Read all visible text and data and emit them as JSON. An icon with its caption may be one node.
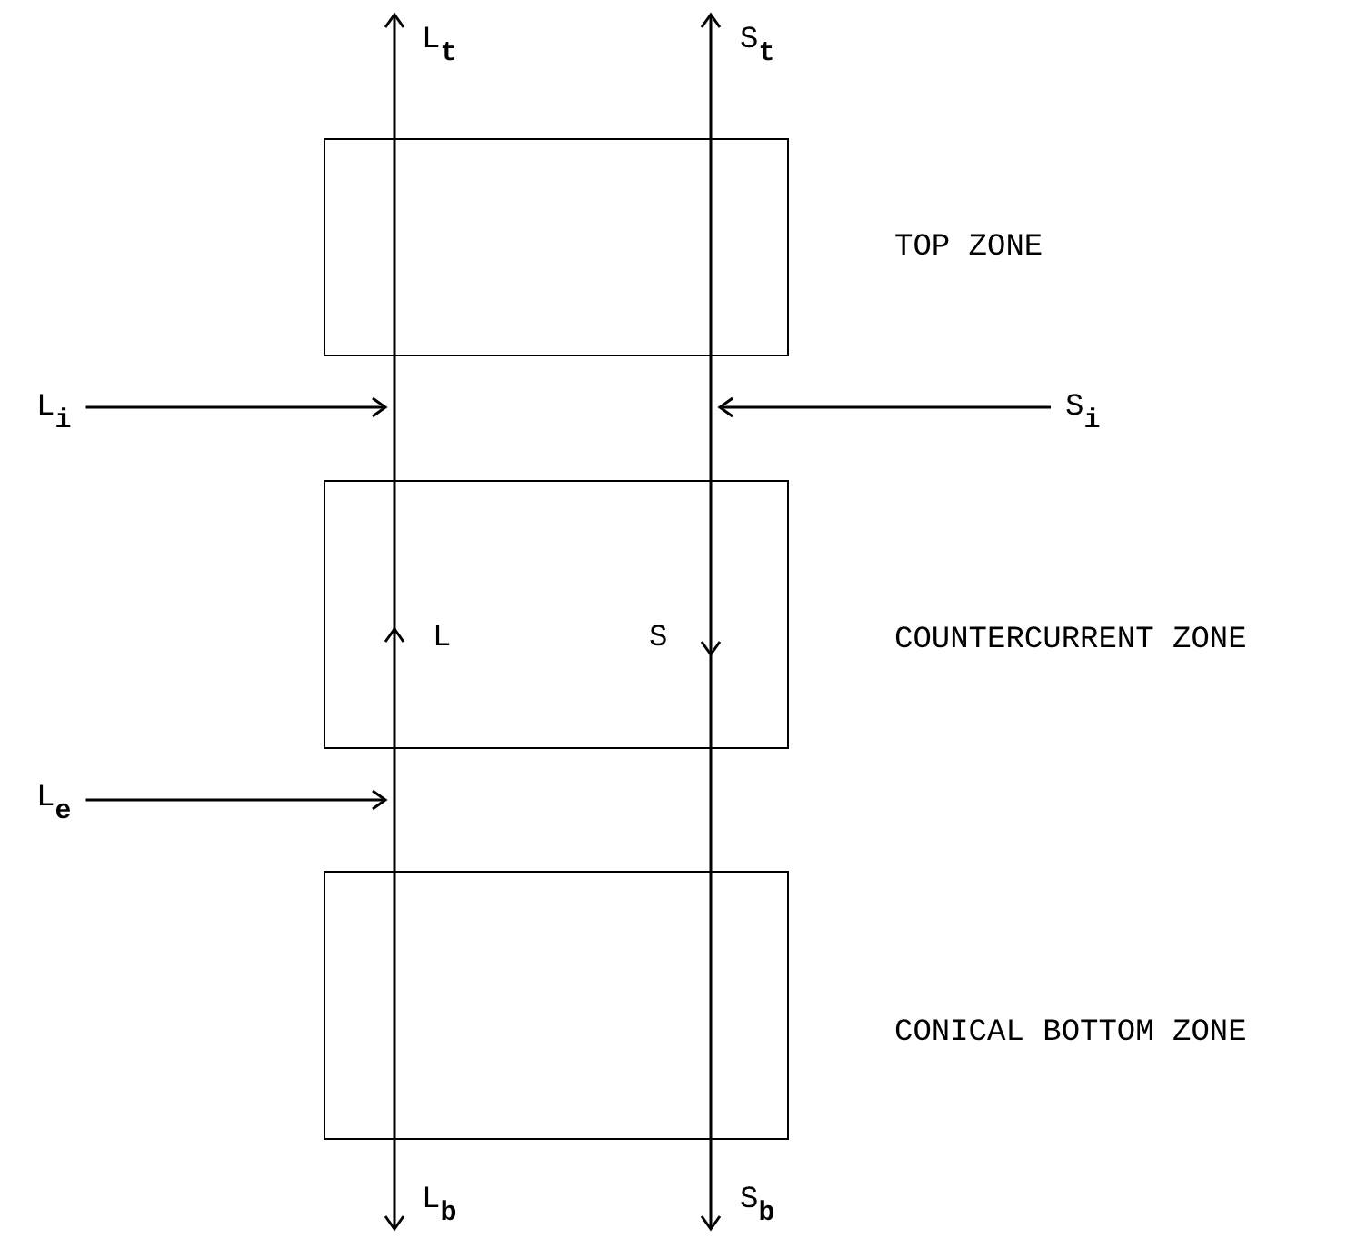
{
  "diagram": {
    "nodes": [
      {
        "text": [
          "L$_{t}$"
        ]
      },
      {
        "text": [
          "S$_{t}$"
        ]
      },
      {
        "text": [],
        "shape": "box",
        "beside": [
          "TOP ZONE"
        ]
      },
      {
        "text": [
          "L$_{i}$"
        ]
      },
      {
        "text": [
          "S$_{i}$"
        ]
      },
      {
        "text": [],
        "shape": "box",
        "beside": [
          "COUNTERCURRENT ZONE"
        ]
      },
      {
        "text": [
          "L$_{e}$"
        ]
      },
      {
        "text": [],
        "shape": "box",
        "beside": [
          "CONICAL BOTTOM ZONE"
        ]
      },
      {
        "text": [
          "L$_{b}$"
        ]
      },
      {
        "text": [
          "S$_{b}$"
        ]
      }
    ],
    "edges": [
      {
        "from": 2,
        "to": 0,
        "arrow": "to"
      },
      {
        "from": 2,
        "to": 1,
        "arrow": "to"
      },
      {
        "from": 3,
        "to": null,
        "arrow": "to"
      },
      {
        "from": 4,
        "to": null,
        "arrow": "to"
      },
      {
        "from": 5,
        "to": 2,
        "arrow": "none"
      },
      {
        "from": 5,
        "to": 2,
        "arrow": "none"
      },
      {
        "from": 6,
        "to": null,
        "arrow": "to"
      },
      {
        "from": 7,
        "to": 5,
        "arrow": "none"
      },
      {
        "from": 7,
        "to": 5,
        "arrow": "none"
      },
      {
        "from": 7,
        "to": 8,
        "arrow": "to"
      },
      {
        "from": 7,
        "to": 9,
        "arrow": "to"
      }
    ],
    "labels": [
      "L",
      "S"
    ]
  }
}
